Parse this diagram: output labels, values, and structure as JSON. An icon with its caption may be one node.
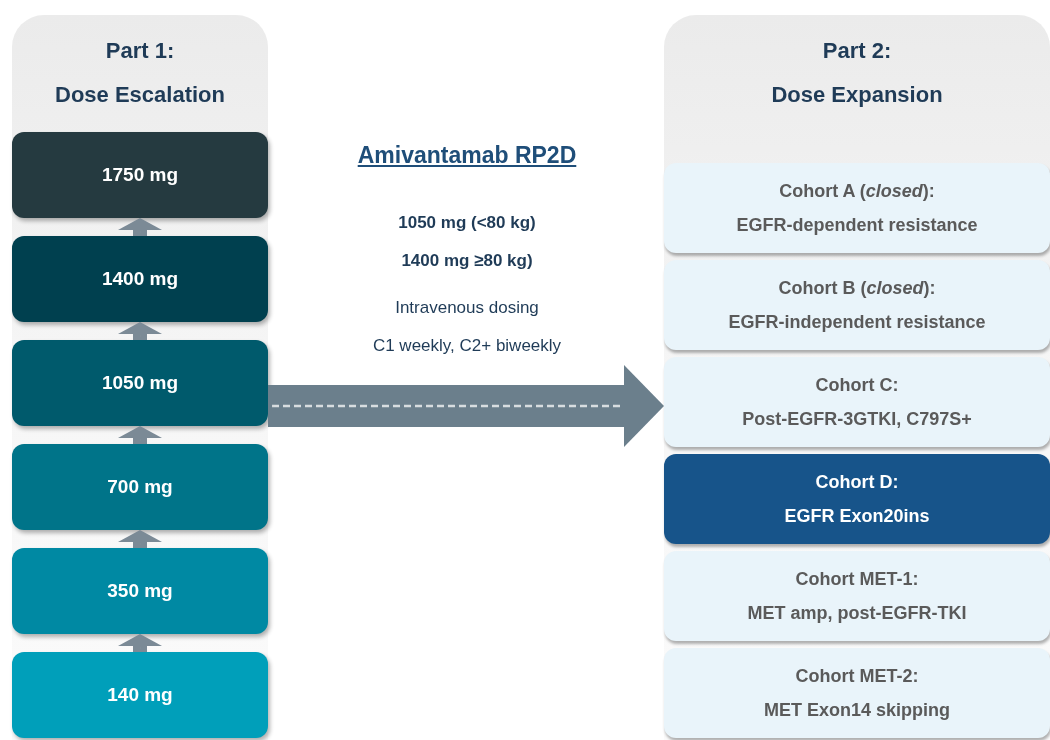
{
  "diagram": {
    "nodes": [
      {
        "text": [
          "Part 1:",
          "Dose Escalation"
        ]
      },
      {
        "text": [
          "1750 mg"
        ],
        "in": 0
      },
      {
        "text": [
          "1400 mg"
        ],
        "in": 0
      },
      {
        "text": [
          "1050 mg"
        ],
        "in": 0
      },
      {
        "text": [
          "700 mg"
        ],
        "in": 0
      },
      {
        "text": [
          "350 mg"
        ],
        "in": 0
      },
      {
        "text": [
          "140 mg"
        ],
        "in": 0
      },
      {
        "text": [
          "Part 2:",
          "Dose Expansion"
        ]
      },
      {
        "text": [
          "Cohort A (*closed*):",
          "EGFR-dependent resistance"
        ],
        "in": 7
      },
      {
        "text": [
          "Cohort B (*closed*):",
          "EGFR-independent resistance"
        ],
        "in": 7
      },
      {
        "text": [
          "Cohort C:",
          "Post-EGFR-3GTKI, C797S+"
        ],
        "in": 7
      },
      {
        "text": [
          "Cohort D:",
          "EGFR Exon20ins"
        ],
        "in": 7
      },
      {
        "text": [
          "Cohort MET-1:",
          "MET amp, post-EGFR-TKI"
        ],
        "in": 7
      },
      {
        "text": [
          "Cohort MET-2:",
          "MET Exon14 skipping"
        ],
        "in": 7
      }
    ],
    "edges": [
      {
        "from": 6,
        "to": 5,
        "arrow": "to"
      },
      {
        "from": 5,
        "to": 4,
        "arrow": "to"
      },
      {
        "from": 4,
        "to": 3,
        "arrow": "to"
      },
      {
        "from": 3,
        "to": 2,
        "arrow": "to"
      },
      {
        "from": 2,
        "to": 1,
        "arrow": "to"
      },
      {
        "from": 0,
        "to": 7,
        "arrow": "to",
        "style": "thick"
      }
    ],
    "labels": [
      "Amivantamab RP2D",
      "1050 mg (<80 kg)",
      "1400 mg ≥80 kg)",
      "Intravenous dosing",
      "C1 weekly, C2+ biweekly"
    ]
  }
}
